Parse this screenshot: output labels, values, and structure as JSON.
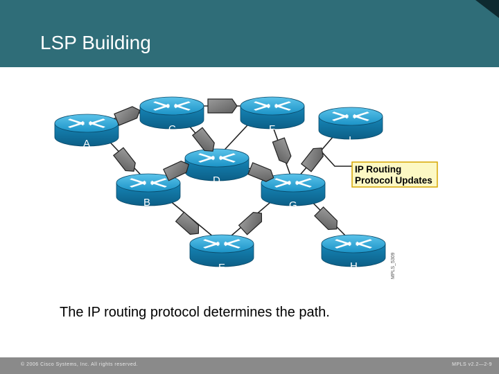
{
  "slide": {
    "title": "LSP Building",
    "caption": "The IP routing protocol determines the path.",
    "copyright": "© 2006 Cisco Systems, Inc. All rights reserved.",
    "page_number": "MPLS v2.2—2-9"
  },
  "diagram": {
    "routers": [
      "A",
      "B",
      "C",
      "D",
      "E",
      "F",
      "G",
      "H",
      "I"
    ],
    "callout": {
      "line1": "IP Routing",
      "line2": "Protocol Updates"
    },
    "figure_id": "MPLS_5309"
  },
  "colors": {
    "header": "#2f6d78",
    "router": "#1f8fc0",
    "callout_fill": "#fcf8c4",
    "callout_border": "#d6a600"
  }
}
